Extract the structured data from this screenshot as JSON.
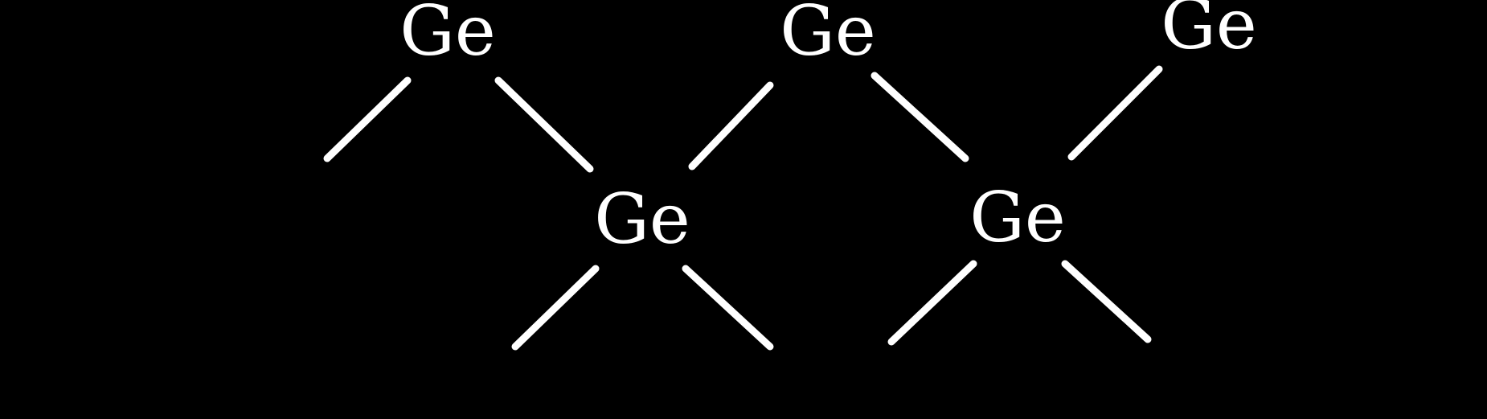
{
  "diagram": {
    "atoms": [
      {
        "id": "a1",
        "label": "Ge"
      },
      {
        "id": "a2",
        "label": "Ge"
      },
      {
        "id": "a3",
        "label": "Ge"
      },
      {
        "id": "a4",
        "label": "Ge"
      },
      {
        "id": "a5",
        "label": "Ge"
      }
    ],
    "colors": {
      "background": "#000000",
      "foreground": "#ffffff"
    }
  }
}
